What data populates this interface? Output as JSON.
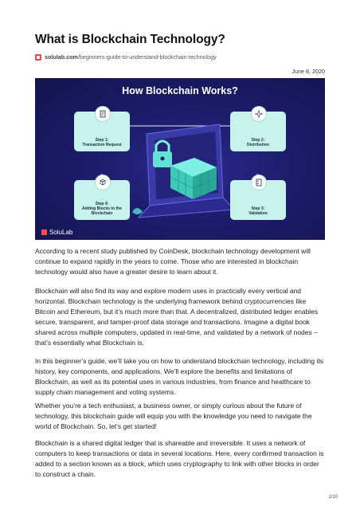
{
  "header": {
    "title": "What is Blockchain Technology?",
    "source_domain": "solulab.com",
    "source_path": "/beginners-guide-to-understand-blockchain-technology",
    "date": "June 8, 2020"
  },
  "infographic": {
    "title": "How Blockchain Works?",
    "steps": [
      {
        "label": "Step 1:\nTransaction Request",
        "icon": "document-icon"
      },
      {
        "label": "Step 2:\nDistribution",
        "icon": "network-icon"
      },
      {
        "label": "Step 3:\nValidation",
        "icon": "checklist-icon"
      },
      {
        "label": "Step 4:\nAdding Blocks to the\nBlockchain",
        "icon": "cubes-icon"
      }
    ],
    "logo_text": "SoluLab",
    "colors": {
      "background": "#1c1c6b",
      "card": "#c8f2ec",
      "accent": "#4fe0d0"
    }
  },
  "body": {
    "paragraphs": [
      "According to a recent study published by CoinDesk, blockchain technology development will continue to expand rapidly in the years to come. Those who are interested in blockchain technology would also have a greater desire to learn about it.",
      "Blockchain will also find its way and explore modern uses in practically every vertical and horizontal. Blockchain technology is the underlying framework behind cryptocurrencies like Bitcoin and Ethereum, but it’s much more than that. A decentralized, distributed ledger enables secure, transparent, and tamper-proof data storage and transactions. Imagine a digital book shared across multiple computers, updated in real-time, and validated by a network of nodes – that’s essentially what Blockchain is.",
      "In this beginner’s guide, we’ll take you on how to understand blockchain technology, including its history, key components, and applications. We’ll explore the benefits and limitations of Blockchain, as well as its potential uses in various industries, from finance and healthcare to supply chain management and voting systems.",
      "Whether you’re a tech enthusiast, a business owner, or simply curious about the future of technology, this blockchain guide will equip you with the knowledge you need to navigate the world of Blockchain. So, let’s get started!",
      "Blockchain is a shared digital ledger that is shareable and irreversible. It uses a network of computers to keep transactions or data in several locations. Here, every confirmed transaction is added to a section known as a block, which uses cryptography to link with other blocks in order to construct a chain."
    ]
  },
  "footer": {
    "page_number": "1/10"
  }
}
